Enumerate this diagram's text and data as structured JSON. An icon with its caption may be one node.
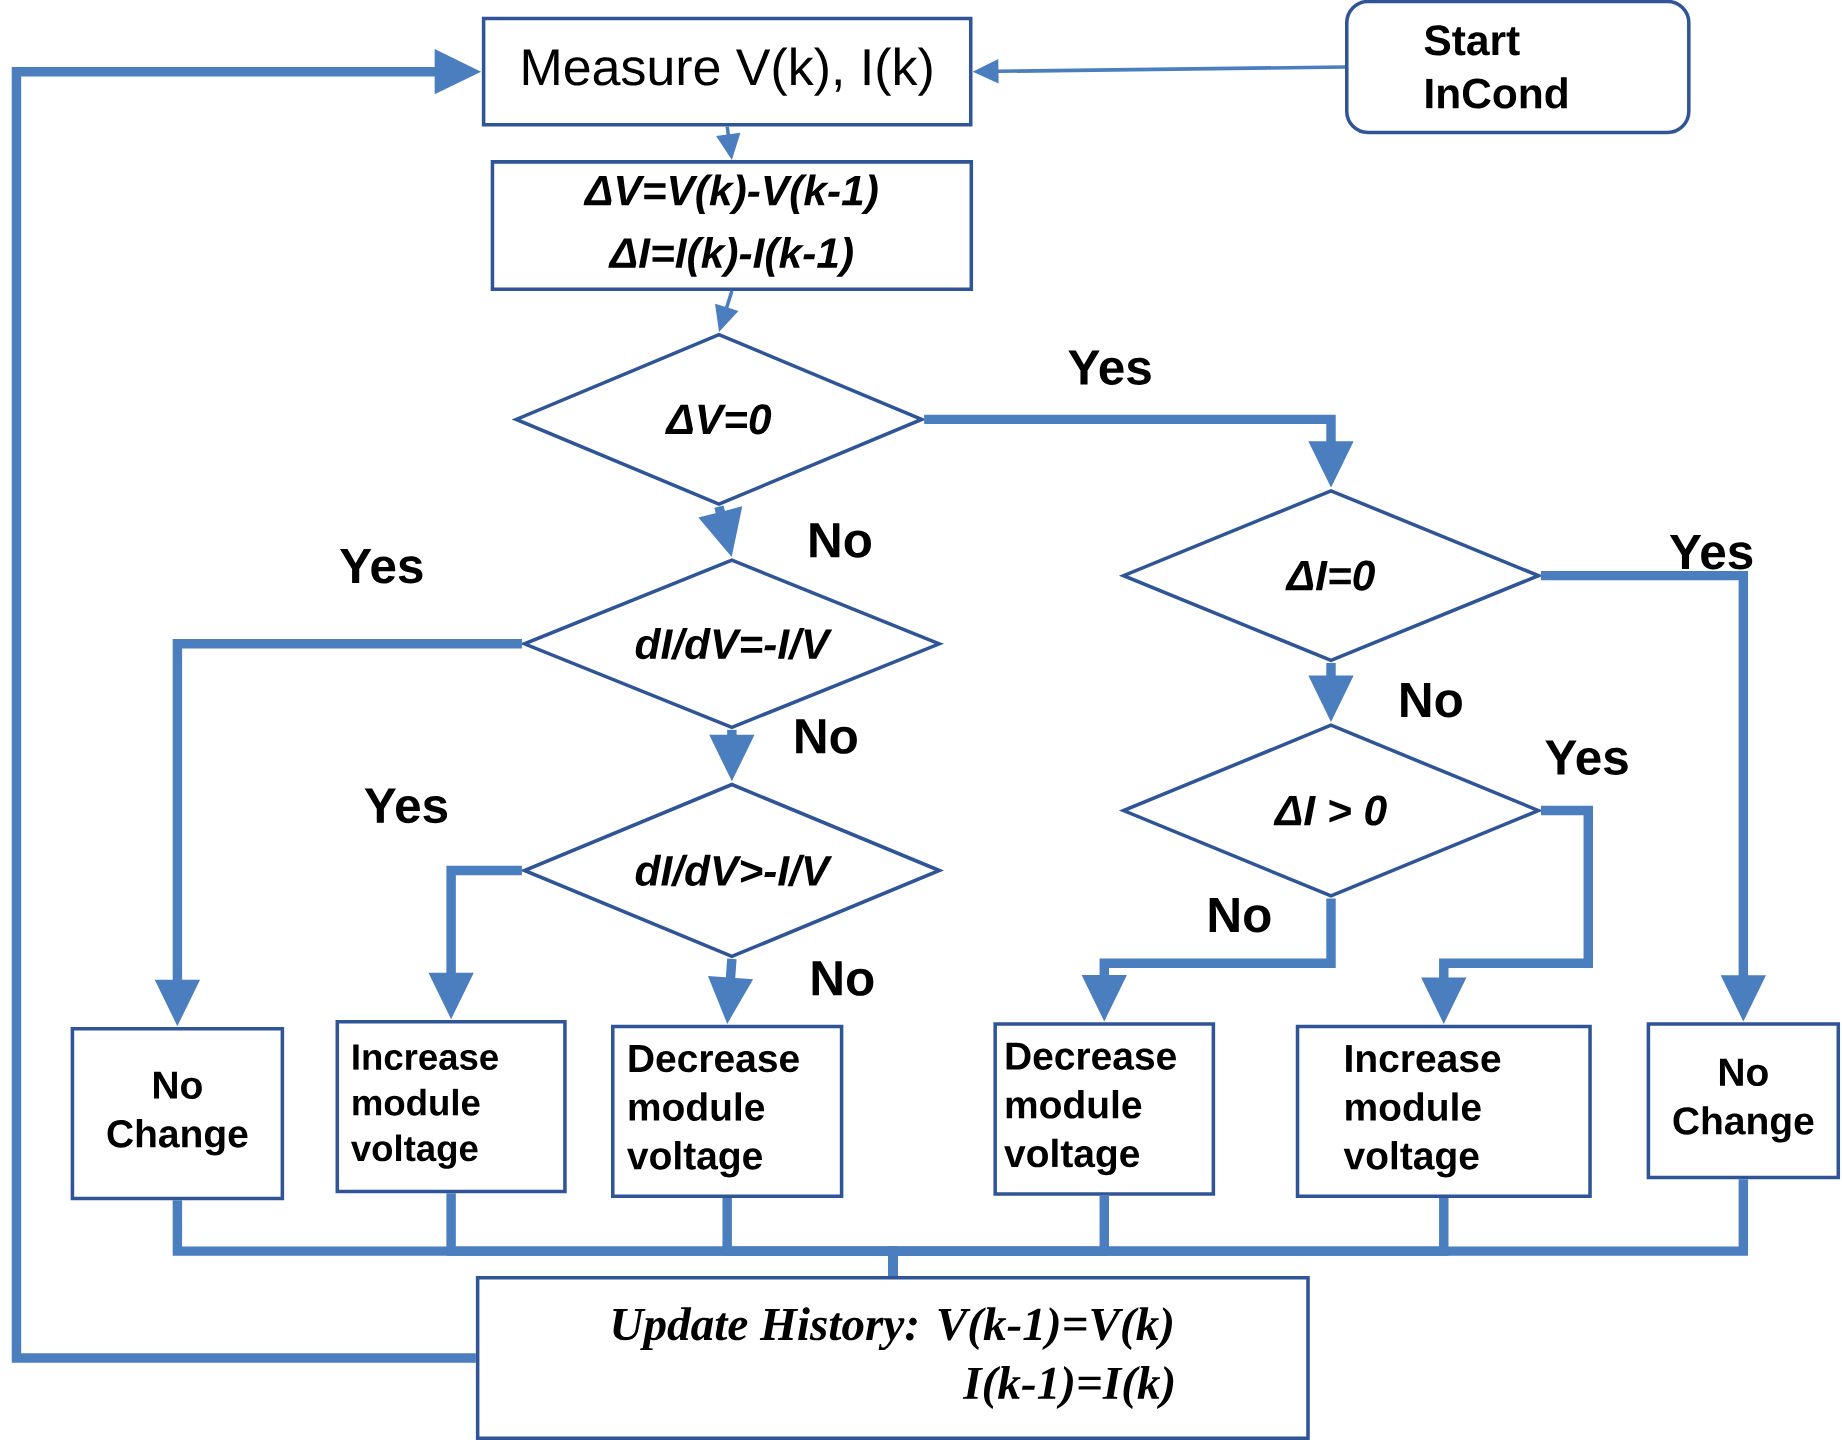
{
  "diagram": {
    "nodes": [
      {
        "text": [
          "Measure V(k), I(k)"
        ]
      },
      {
        "text": [
          "Start InCond"
        ]
      },
      {
        "text": [
          "ΔV=V(k)-V(k-1)",
          "ΔI=I(k)-I(k-1)"
        ]
      },
      {
        "text": [
          "ΔV=0"
        ]
      },
      {
        "text": [
          "dI/dV=-I/V"
        ]
      },
      {
        "text": [
          "dI/dV>-I/V"
        ]
      },
      {
        "text": [
          "ΔI=0"
        ]
      },
      {
        "text": [
          "ΔI > 0"
        ]
      },
      {
        "text": [
          "No Change"
        ]
      },
      {
        "text": [
          "Increase module voltage"
        ]
      },
      {
        "text": [
          "Decrease module voltage"
        ]
      },
      {
        "text": [
          "Decrease module voltage"
        ]
      },
      {
        "text": [
          "Increase module voltage"
        ]
      },
      {
        "text": [
          "No Change"
        ]
      },
      {
        "text": [
          "Update History: V(k-1)=V(k)",
          "I(k-1)=I(k)"
        ]
      }
    ],
    "edges": [
      {
        "from": 1,
        "to": 0,
        "arrow": "to"
      },
      {
        "from": 0,
        "to": 2,
        "arrow": "to"
      },
      {
        "from": 2,
        "to": 3,
        "arrow": "to"
      },
      {
        "from": 3,
        "to": 6,
        "arrow": "to",
        "label": "Yes"
      },
      {
        "from": 3,
        "to": 4,
        "arrow": "to",
        "label": "No"
      },
      {
        "from": 4,
        "to": 8,
        "arrow": "to",
        "label": "Yes"
      },
      {
        "from": 4,
        "to": 5,
        "arrow": "to",
        "label": "No"
      },
      {
        "from": 5,
        "to": 9,
        "arrow": "to",
        "label": "Yes"
      },
      {
        "from": 5,
        "to": 10,
        "arrow": "to",
        "label": "No"
      },
      {
        "from": 6,
        "to": 13,
        "arrow": "to",
        "label": "Yes"
      },
      {
        "from": 6,
        "to": 7,
        "arrow": "to",
        "label": "No"
      },
      {
        "from": 7,
        "to": 12,
        "arrow": "to",
        "label": "Yes"
      },
      {
        "from": 7,
        "to": 11,
        "arrow": "to",
        "label": "No"
      },
      {
        "from": 8,
        "to": 14,
        "arrow": "none"
      },
      {
        "from": 9,
        "to": 14,
        "arrow": "none"
      },
      {
        "from": 10,
        "to": 14,
        "arrow": "none"
      },
      {
        "from": 11,
        "to": 14,
        "arrow": "none"
      },
      {
        "from": 12,
        "to": 14,
        "arrow": "none"
      },
      {
        "from": 13,
        "to": 14,
        "arrow": "none"
      },
      {
        "from": 14,
        "to": 0,
        "arrow": "to"
      }
    ]
  }
}
